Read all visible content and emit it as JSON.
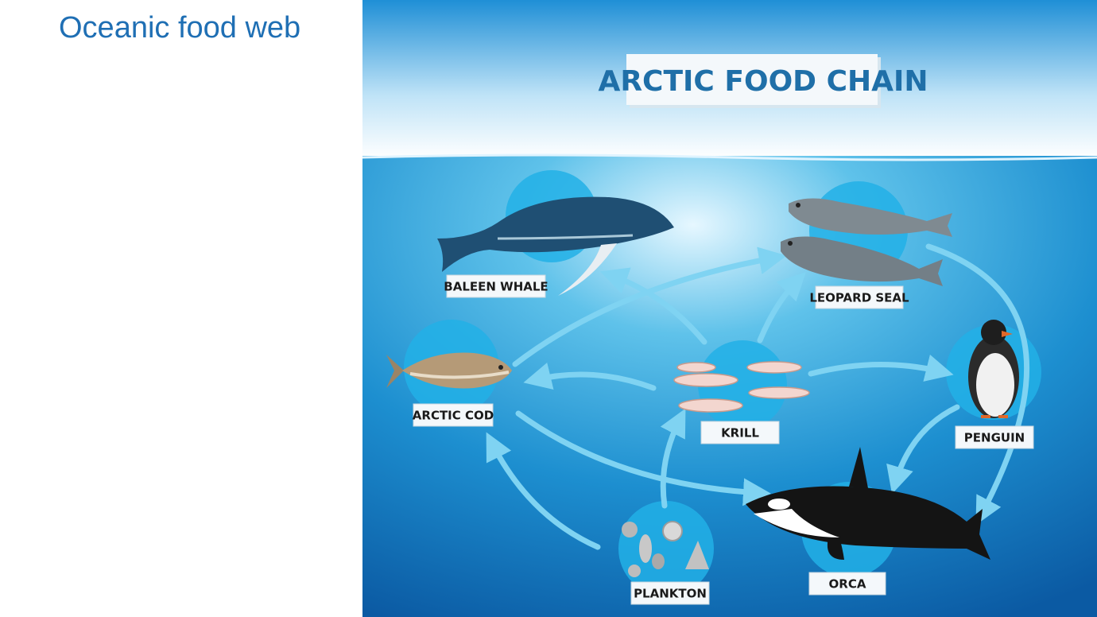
{
  "slide": {
    "title": "Oceanic food web"
  },
  "diagram": {
    "banner_title": "ARCTIC FOOD CHAIN",
    "organisms": {
      "baleen_whale": "BALEEN WHALE",
      "leopard_seal": "LEOPARD SEAL",
      "arctic_cod": "ARCTIC COD",
      "krill": "KRILL",
      "penguin": "PENGUIN",
      "plankton": "PLANKTON",
      "orca": "ORCA"
    }
  }
}
